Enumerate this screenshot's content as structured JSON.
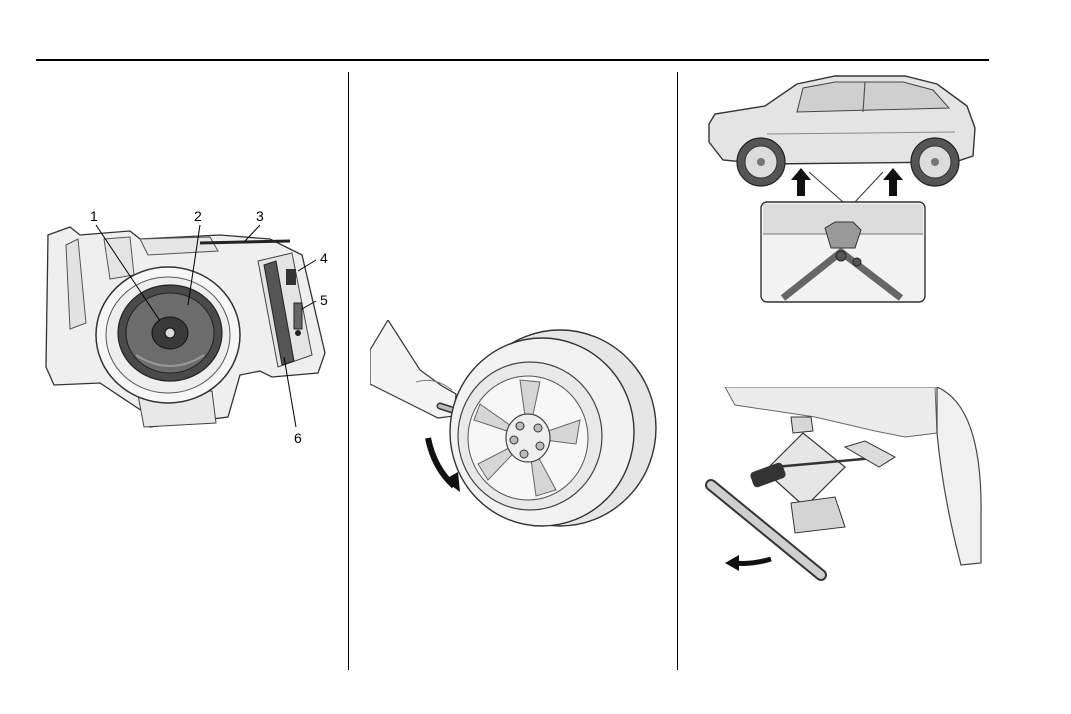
{
  "figure_spare_tire": {
    "callouts": [
      "1",
      "2",
      "3",
      "4",
      "5",
      "6"
    ]
  }
}
